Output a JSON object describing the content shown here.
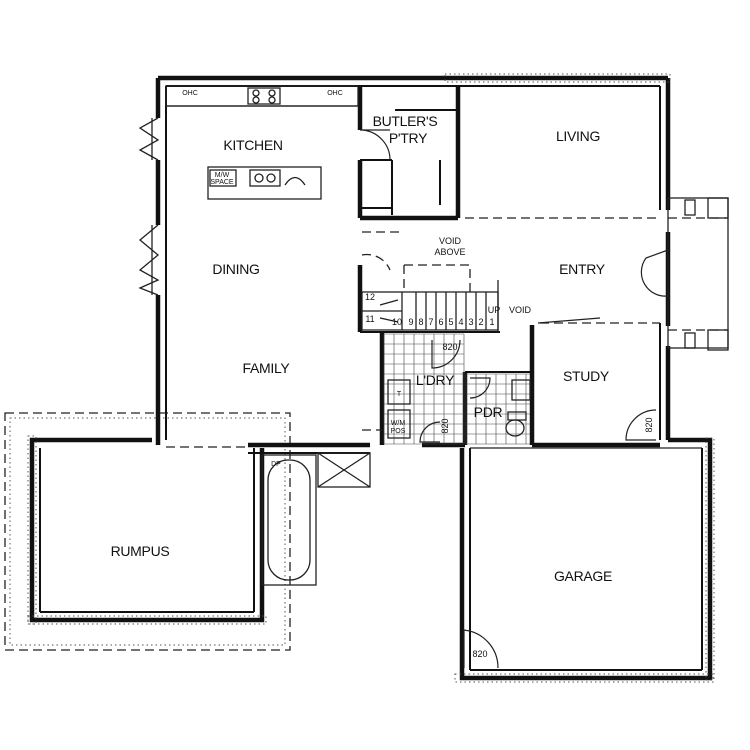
{
  "rooms": {
    "kitchen": "KITCHEN",
    "butlers_line1": "BUTLER'S",
    "butlers_line2": "P'TRY",
    "living": "LIVING",
    "dining": "DINING",
    "entry": "ENTRY",
    "family": "FAMILY",
    "study": "STUDY",
    "laundry": "L'DRY",
    "powder": "PDR",
    "rumpus": "RUMPUS",
    "garage": "GARAGE"
  },
  "annotations": {
    "ohc_left": "OHC",
    "ohc_right": "OHC",
    "mw_space_1": "M/W",
    "mw_space_2": "SPACE",
    "void_above_1": "VOID",
    "void_above_2": "ABOVE",
    "up": "UP",
    "void": "VOID",
    "wm_1": "W/M",
    "wm_2": "POS",
    "dp": "DP",
    "t": "T"
  },
  "door_widths": {
    "laundry_door": "820",
    "laundry_side_door": "820",
    "study_door": "820",
    "garage_door": "820"
  },
  "stair_numbers": [
    "12",
    "11",
    "10",
    "9",
    "8",
    "7",
    "6",
    "5",
    "4",
    "3",
    "2",
    "1"
  ]
}
